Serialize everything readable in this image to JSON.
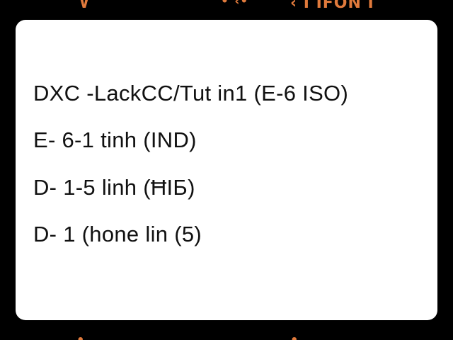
{
  "top_indicators": {
    "left": "∨",
    "middle": "•‘‹•",
    "right": "‹ I  IFON I"
  },
  "bottom_indicators": {
    "left": "•",
    "right": "•"
  },
  "panel": {
    "lines": [
      "DXC -LackCC/Tut in1 (E-6  ISO)",
      "E- 6-1 tinh (IND)",
      "D- 1-5 linh (ĦIБ)",
      "D- 1 (hone lin (5)"
    ]
  },
  "colors": {
    "frame": "#000000",
    "panel": "#ffffff",
    "accent": "#e07a3c",
    "text": "#111111"
  }
}
